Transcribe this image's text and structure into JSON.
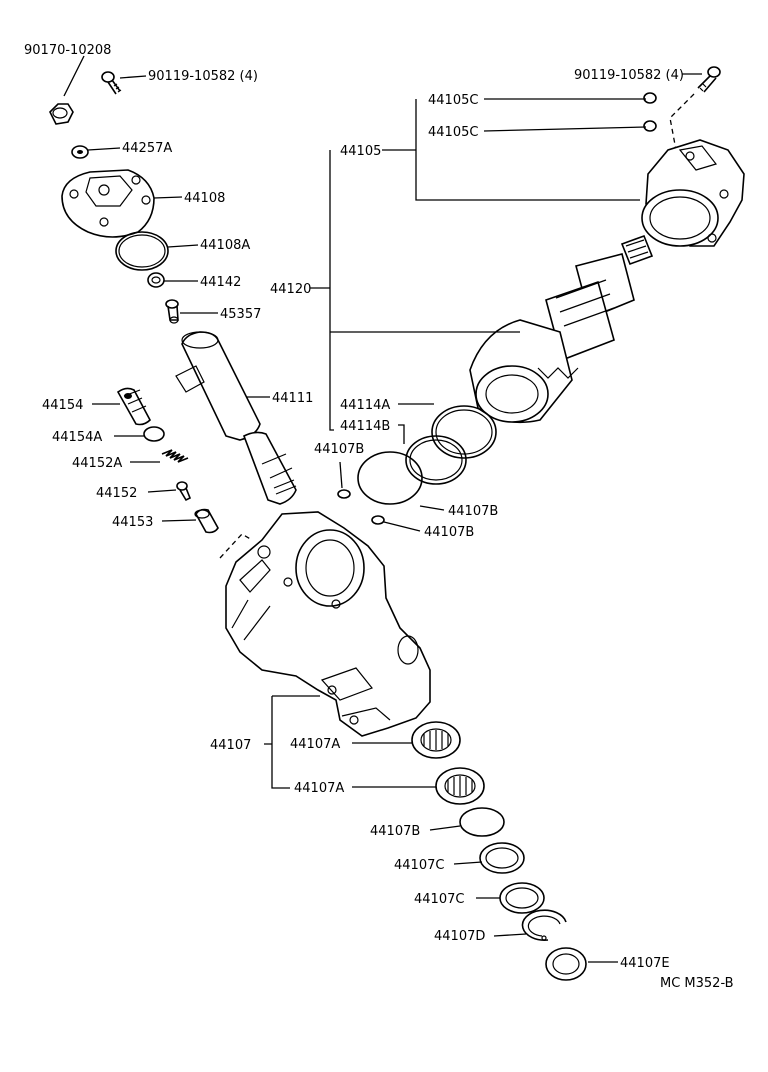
{
  "diagram": {
    "footer_code": "MC  M352-B",
    "labels": {
      "l_90170": "90170-10208",
      "l_90119_left": "90119-10582 (4)",
      "l_44257A": "44257A",
      "l_44108": "44108",
      "l_44108A": "44108A",
      "l_44142": "44142",
      "l_45357": "45357",
      "l_44111": "44111",
      "l_44154": "44154",
      "l_44154A": "44154A",
      "l_44152A": "44152A",
      "l_44152": "44152",
      "l_44153": "44153",
      "l_90119_right": "90119-10582 (4)",
      "l_44105C_1": "44105C",
      "l_44105C_2": "44105C",
      "l_44105": "44105",
      "l_44120": "44120",
      "l_44114A": "44114A",
      "l_44114B": "44114B",
      "l_44107B_1": "44107B",
      "l_44107B_2": "44107B",
      "l_44107B_3": "44107B",
      "l_44107": "44107",
      "l_44107A_1": "44107A",
      "l_44107A_2": "44107A",
      "l_44107B_4": "44107B",
      "l_44107C_1": "44107C",
      "l_44107C_2": "44107C",
      "l_44107D": "44107D",
      "l_44107E": "44107E"
    }
  }
}
